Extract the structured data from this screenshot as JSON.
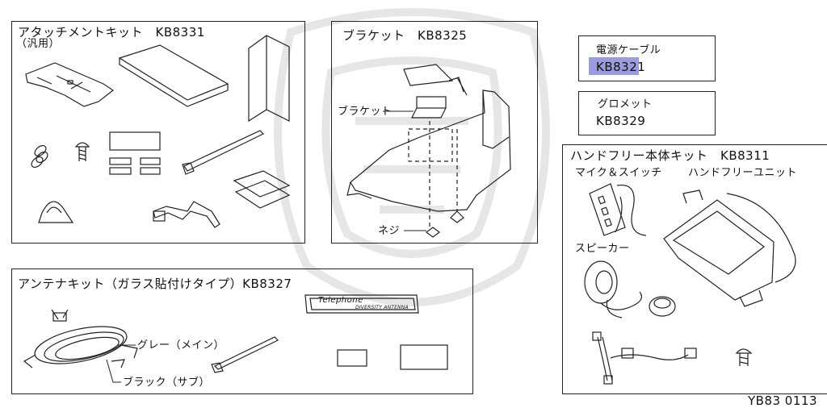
{
  "colors": {
    "line": "#222222",
    "highlight": "#8a8ad8",
    "watermark": "#e9e9e9"
  },
  "attachment_kit": {
    "title": "アタッチメントキット　KB8331",
    "subtitle": "（汎用）"
  },
  "bracket_kit": {
    "title": "ブラケット　KB8325",
    "callout_bracket": "ブラケット",
    "callout_screw": "ネジ"
  },
  "power_cable": {
    "label": "電源ケーブル",
    "part_no": "KB8321"
  },
  "grommet": {
    "label": "グロメット",
    "part_no": "KB8329"
  },
  "handsfree_kit": {
    "title": "ハンドフリー本体キット　KB8311",
    "mic_switch": "マイク＆スイッチ",
    "handsfree_unit": "ハンドフリーユニット",
    "speaker": "スピーカー"
  },
  "antenna_kit": {
    "title": "アンテナキット（ガラス貼付けタイプ）KB8327",
    "grey_label": "グレー（メイン）",
    "black_label": "ブラック（サブ）",
    "emblem_line1": "Telephone",
    "emblem_line2": "DIVERSITY ANTENNA"
  },
  "figure_id": "YB83 0113"
}
